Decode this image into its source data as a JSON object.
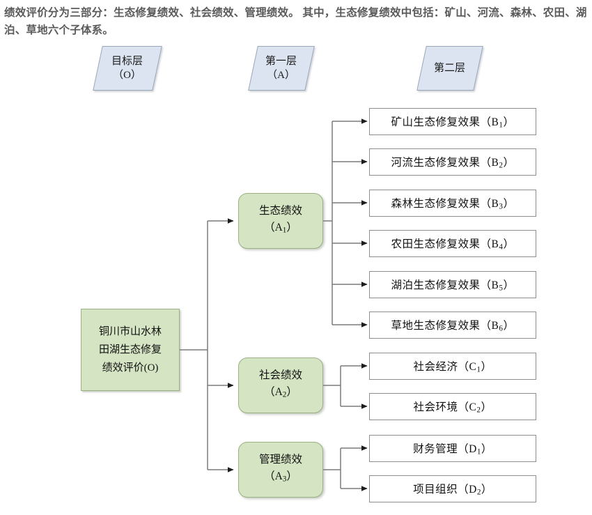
{
  "caption": "绩效评价分为三部分：生态修复绩效、社会绩效、管理绩效。 其中，生态修复绩效中包括：矿山、河流、森林、农田、湖泊、草地六个子体系。",
  "colors": {
    "header_fill": "#dbe4f0",
    "header_stroke": "#9aa7b8",
    "node_fill": "#d5e4c3",
    "node_stroke": "#9bb183",
    "leaf_fill": "#ffffff",
    "leaf_stroke": "#8d8d8d",
    "connector": "#7a7a7a",
    "caption_text": "#5a5a5a"
  },
  "layer_headers": [
    {
      "title": "目标层",
      "code": "（O）"
    },
    {
      "title": "第一层",
      "code": "（A）"
    },
    {
      "title": "第二层",
      "code": ""
    }
  ],
  "root": {
    "line1": "铜川市山水林",
    "line2": "田湖生态修复",
    "line3": "绩效评价(O)",
    "full_label": "铜川市山水林田湖生态修复绩效评价(O)",
    "code": "O"
  },
  "criteria": [
    {
      "title": "生态绩效",
      "code_open": "（A",
      "code_sub": "1",
      "code_close": "）"
    },
    {
      "title": "社会绩效",
      "code_open": "（A",
      "code_sub": "2",
      "code_close": "）"
    },
    {
      "title": "管理绩效",
      "code_open": "（A",
      "code_sub": "3",
      "code_close": "）"
    }
  ],
  "leaves": {
    "ecological": [
      {
        "title": "矿山生态修复效果",
        "code_open": "（B",
        "code_sub": "1",
        "code_close": "）"
      },
      {
        "title": "河流生态修复效果",
        "code_open": "（B",
        "code_sub": "2",
        "code_close": "）"
      },
      {
        "title": "森林生态修复效果",
        "code_open": "（B",
        "code_sub": "3",
        "code_close": "）"
      },
      {
        "title": "农田生态修复效果",
        "code_open": "（B",
        "code_sub": "4",
        "code_close": "）"
      },
      {
        "title": "湖泊生态修复效果",
        "code_open": "（B",
        "code_sub": "5",
        "code_close": "）"
      },
      {
        "title": "草地生态修复效果",
        "code_open": "（B",
        "code_sub": "6",
        "code_close": "）"
      }
    ],
    "social": [
      {
        "title": "社会经济",
        "code_open": "（C",
        "code_sub": "1",
        "code_close": "）"
      },
      {
        "title": "社会环境",
        "code_open": "（C",
        "code_sub": "2",
        "code_close": "）"
      }
    ],
    "management": [
      {
        "title": "财务管理",
        "code_open": "（D",
        "code_sub": "1",
        "code_close": "）"
      },
      {
        "title": "项目组织",
        "code_open": "（D",
        "code_sub": "2",
        "code_close": "）"
      }
    ]
  }
}
